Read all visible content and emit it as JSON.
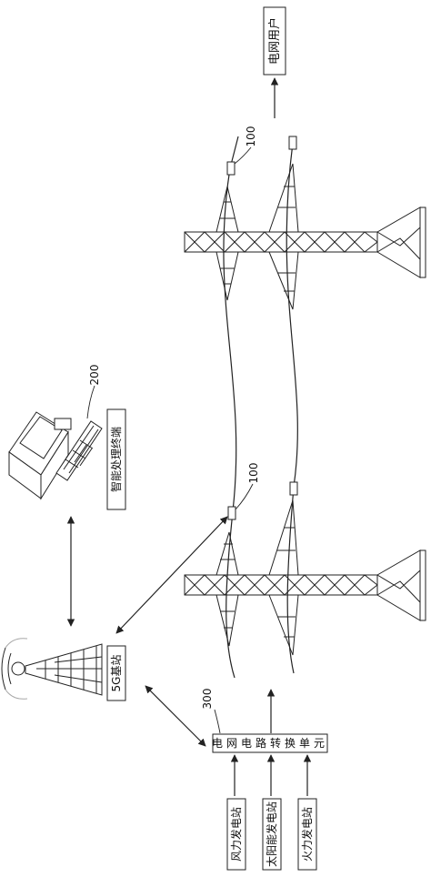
{
  "labels": {
    "grid_user": "电网用户",
    "ref_100_top": "100",
    "ref_100_mid": "100",
    "ref_200": "200",
    "ref_300": "300",
    "terminal": "智能处理终端",
    "base_station": "5G基站",
    "converter": "电网电路转换单元",
    "wind": "风力发电站",
    "solar": "太阳能发电站",
    "thermal": "火力发电站"
  }
}
